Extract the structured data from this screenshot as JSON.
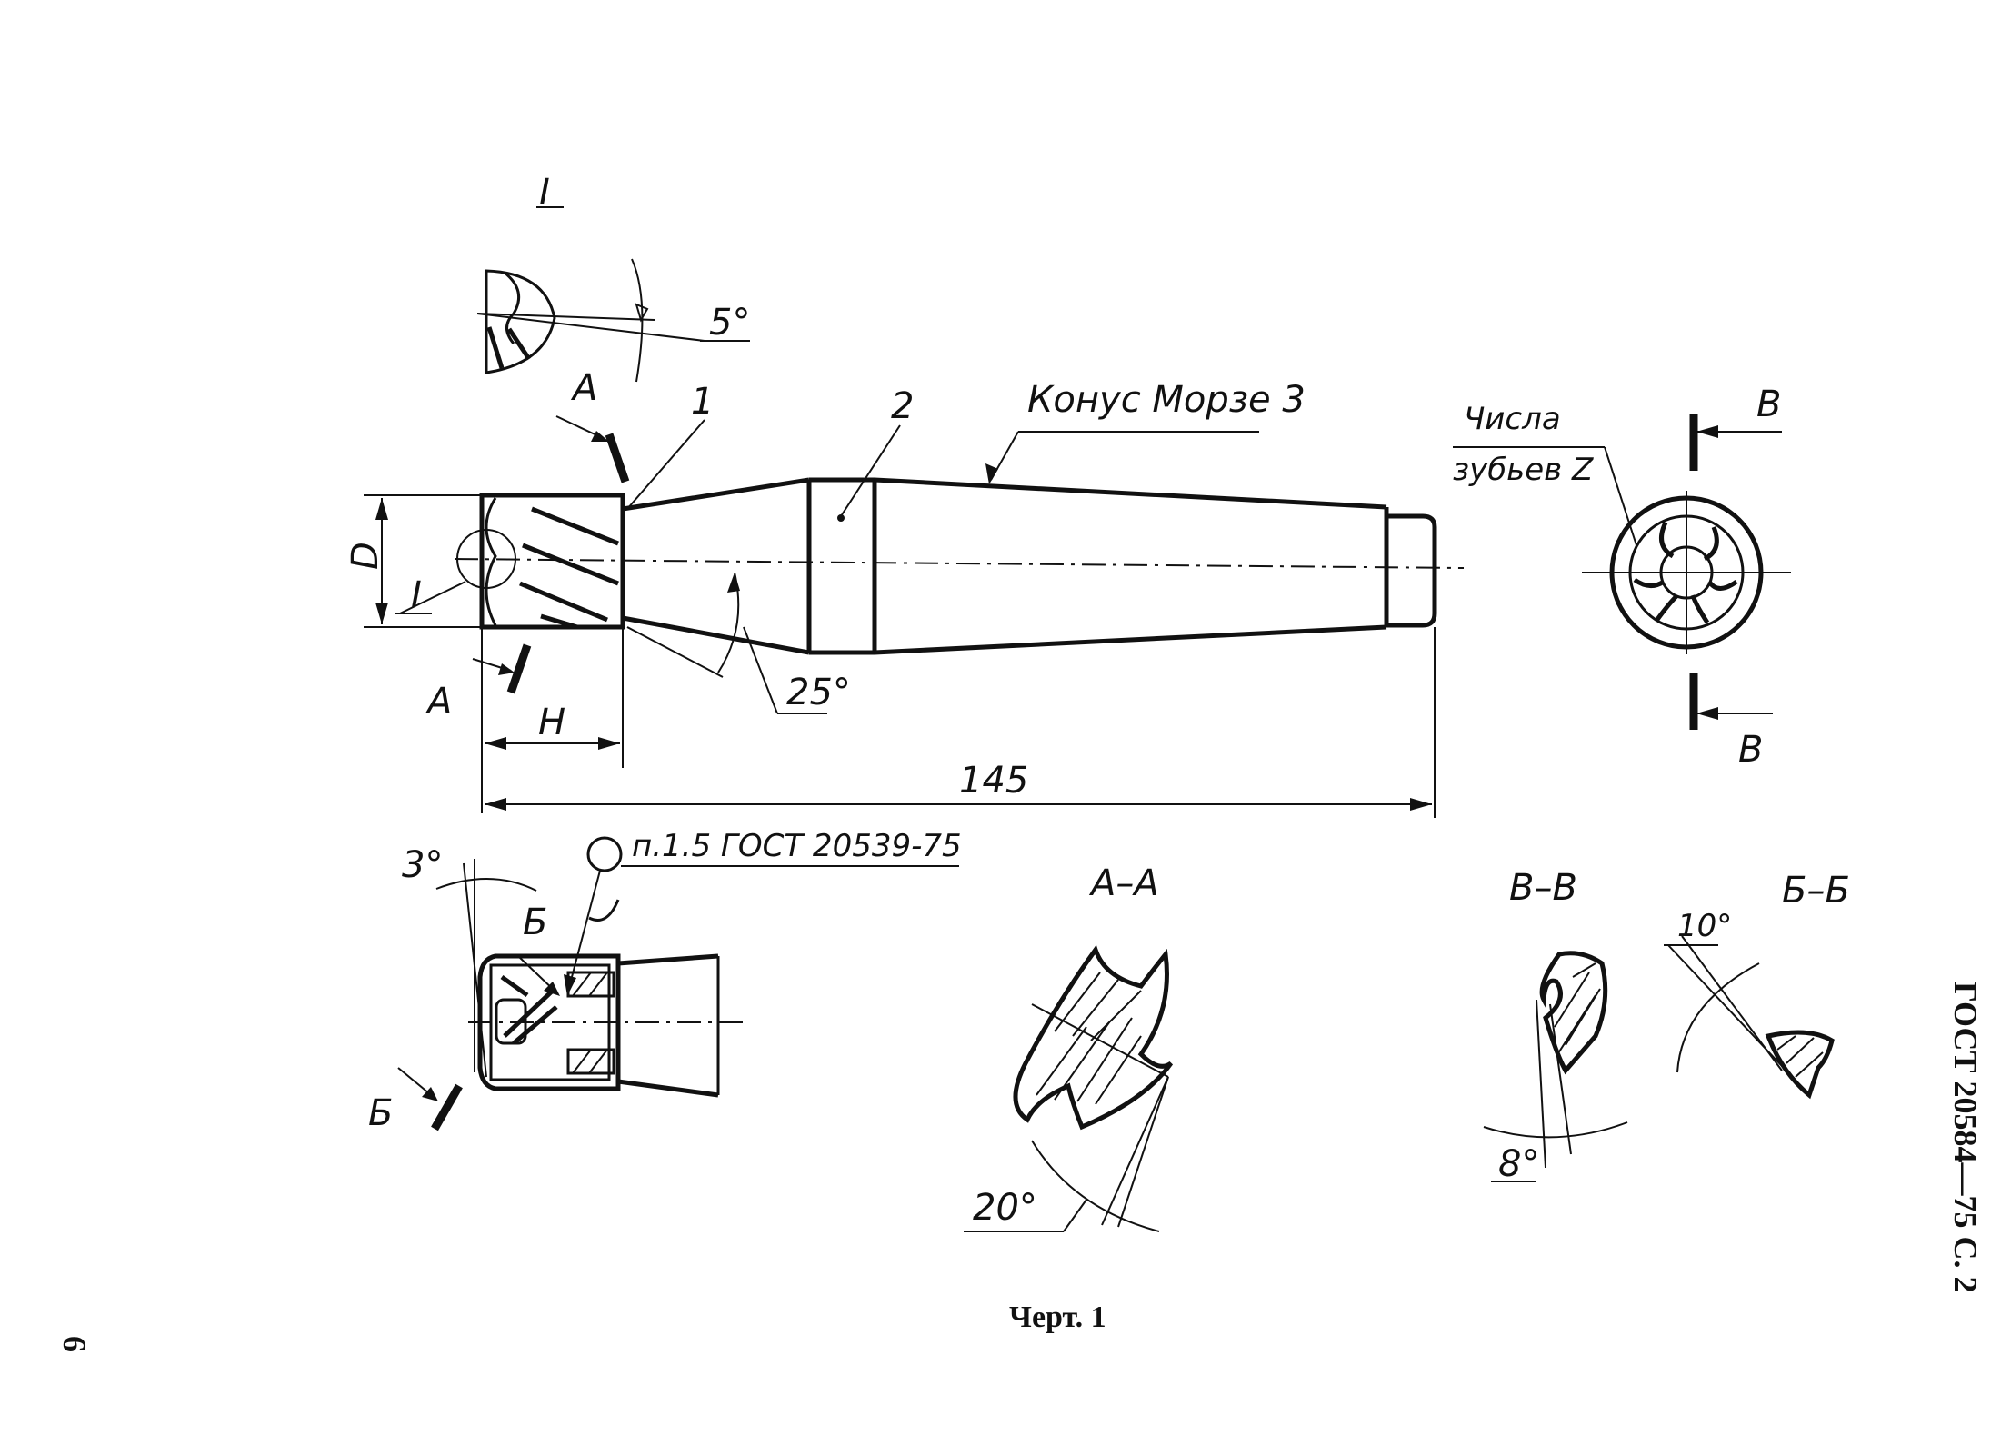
{
  "drawing": {
    "detail_view_label": "I",
    "detail_angle": "5°",
    "section_a_letter_top": "A",
    "section_a_letter_bottom": "A",
    "part_1": "1",
    "part_2": "2",
    "taper_label": "Конус Морзе 3",
    "diameter_label": "D",
    "detail_ref_label": "I",
    "height_label": "H",
    "angle_25": "25°",
    "length_145": "145",
    "teeth_label_line1": "Числа",
    "teeth_label_line2": "зубьев Z",
    "section_v_letter_top": "B",
    "section_v_letter_bottom": "B",
    "angle_3": "3°",
    "surface_note": "п.1.5 ГОСТ 20539-75",
    "section_b_letter_top": "Б",
    "section_b_letter_bottom": "Б",
    "section_aa_title": "A–A",
    "angle_20": "20°",
    "section_vv_title": "B–B",
    "angle_8": "8°",
    "section_bb_title": "Б–Б",
    "angle_10": "10°",
    "caption": "Черт. 1",
    "page_number": "6",
    "gost_header": "ГОСТ 20584—75 С. 2"
  }
}
